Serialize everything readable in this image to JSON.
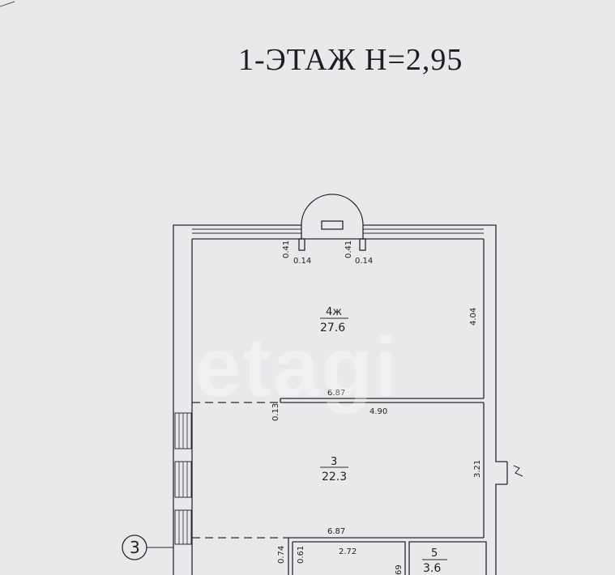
{
  "title": "1-ЭТАЖ  Н=2,95",
  "watermark": "etagi",
  "rooms": [
    {
      "number": "4ж",
      "area": "27.6"
    },
    {
      "number": "3",
      "area": "22.3"
    },
    {
      "number": "5",
      "area": "3.6"
    }
  ],
  "dimensions": {
    "bay_left_depth": "0.41",
    "bay_left_width": "0.14",
    "bay_right_depth": "0.41",
    "bay_right_width": "0.14",
    "room4_height": "4.04",
    "room4_width": "6.87",
    "wall_thickness": "0.13",
    "room3_top_width": "4.90",
    "room3_height": "3.21",
    "room3_width": "6.87",
    "lower_wall_a": "0.74",
    "lower_wall_b": "0.61",
    "lower_room_width": "2.72",
    "partial_bottom": "69"
  },
  "axis_label": "3",
  "colors": {
    "line": "#2a2a2e",
    "paper": "#e9e9ec"
  }
}
